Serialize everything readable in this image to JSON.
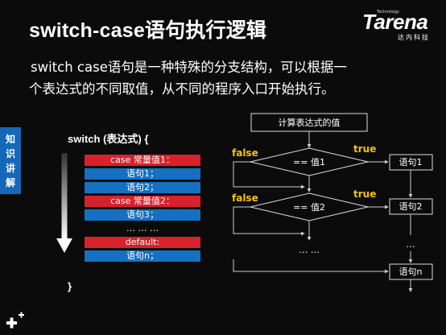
{
  "slide": {
    "title": "switch-case语句执行逻辑",
    "intro_line1": "switch case语句是一种特殊的分支结构，可以根据一",
    "intro_line2": "个表达式的不同取值，从不同的程序入口开始执行。",
    "side_tab": [
      "知",
      "识",
      "讲",
      "解"
    ]
  },
  "logo": {
    "brand": "Tarena",
    "tech": "Technology",
    "cn": "达内科技"
  },
  "code": {
    "head": "switch (表达式) {",
    "close": "}",
    "rows": [
      {
        "text": "case 常量值1：",
        "style": "red"
      },
      {
        "text": "语句1；",
        "style": "blue"
      },
      {
        "text": "语句2；",
        "style": "blue"
      },
      {
        "text": "case 常量值2：",
        "style": "red"
      },
      {
        "text": "语句3；",
        "style": "blue"
      },
      {
        "text": "… … …",
        "style": "plain"
      },
      {
        "text": "default:",
        "style": "red"
      },
      {
        "text": "语句n；",
        "style": "blue"
      }
    ]
  },
  "flowchart": {
    "start": "计算表达式的值",
    "cond1": "== 值1",
    "cond2": "== 值2",
    "true_label": "true",
    "false_label": "false",
    "stmt1": "语句1",
    "stmt2": "语句2",
    "stmtn": "语句n",
    "mid_ellipsis": "… …",
    "right_ellipsis": "…"
  },
  "colors": {
    "red": "#d8222b",
    "blue": "#1670c2",
    "true": "#f5c400",
    "false": "#f5c400",
    "tab": "#1667b8"
  }
}
